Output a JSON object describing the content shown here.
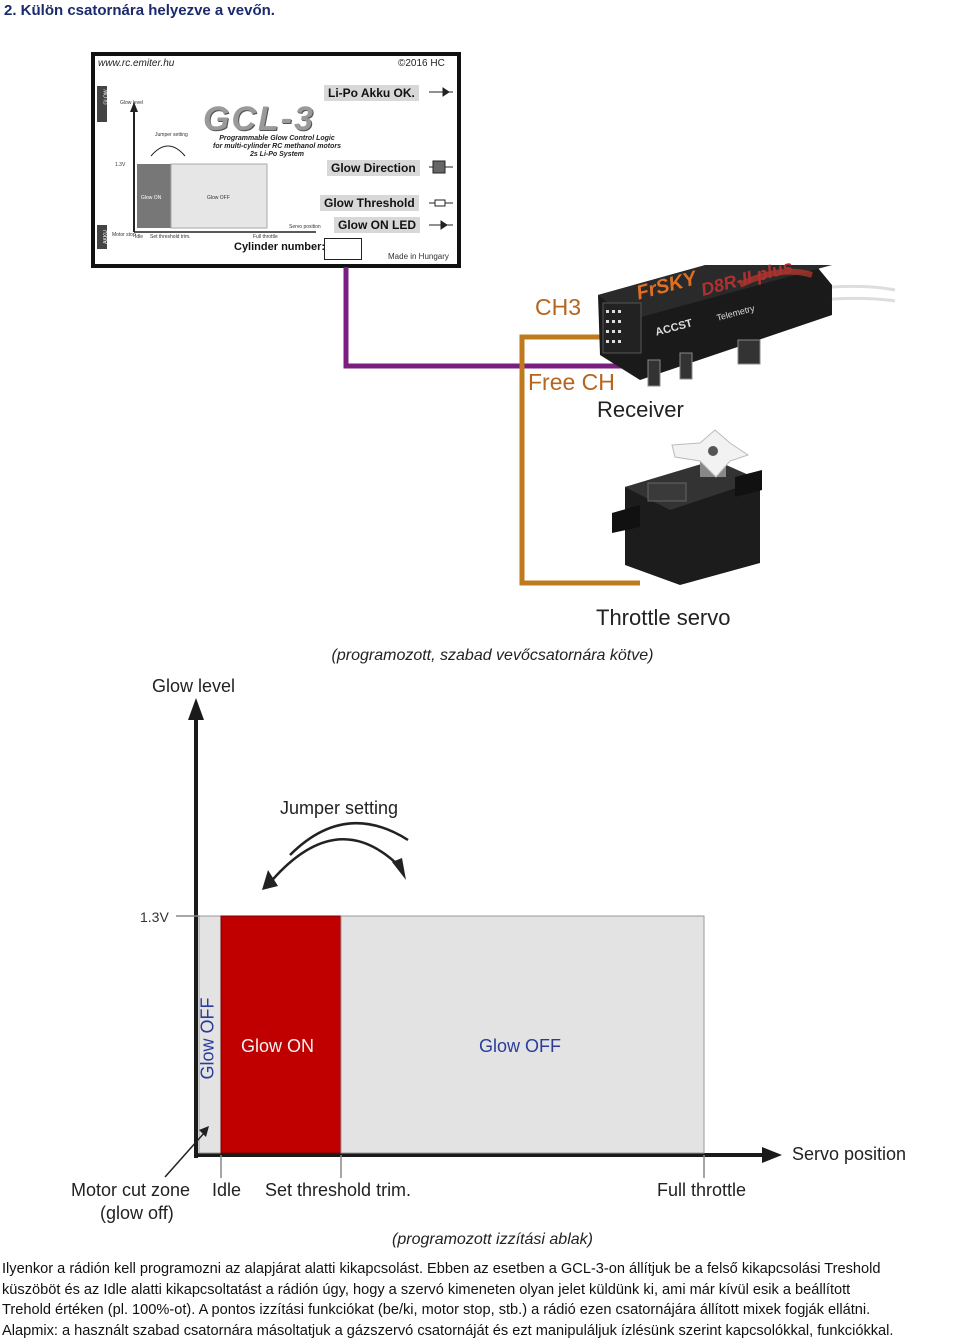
{
  "heading": "2. Külön csatornára helyezve a vevőn.",
  "gcl_box": {
    "url": "www.rc.emiter.hu",
    "copyright": "©2016 HC",
    "logo": "GCL-3",
    "subtitle_1": "Programmable Glow Control Logic",
    "subtitle_2": "for multi-cylinder RC methanol motors",
    "subtitle_3": "2s Li-Po System",
    "labels": {
      "lipo": "Li-Po Akku OK.",
      "glow_direction": "Glow Direction",
      "glow_threshold": "Glow Threshold",
      "glow_on_led": "Glow ON LED",
      "cylinder": "Cylinder number:",
      "made_in": "Made in Hungary"
    },
    "mini_chart": {
      "glow_level": "Glow level",
      "jumper_setting": "Jumper setting",
      "v13": "1.3V",
      "glow_on": "Glow ON",
      "glow_off": "Glow OFF",
      "servo_position": "Servo position",
      "motor_stop": "Motor stop",
      "idle": "Idle",
      "set_threshold": "Set threshold trim.",
      "full_throttle": "Full throttle",
      "side_glow": "GLOW",
      "side_akku": "AKKU"
    }
  },
  "wiring": {
    "ch3": "CH3",
    "free_ch": "Free CH",
    "receiver": "Receiver",
    "throttle_servo": "Throttle servo",
    "receiver_brand": "FrSKY",
    "receiver_model": "D8R-II plus",
    "receiver_accst": "ACCST",
    "receiver_telemetry": "Telemetry",
    "purple": "#7a1f7f",
    "orange": "#c07a1e"
  },
  "caption_1": "(programozott, szabad vevőcsatornára kötve)",
  "big_chart": {
    "glow_level": "Glow level",
    "jumper_setting": "Jumper setting",
    "v13": "1.3V",
    "glow_off_vertical": "Glow OFF",
    "glow_on": "Glow ON",
    "glow_off": "Glow OFF",
    "servo_position": "Servo position",
    "motor_cut_zone_1": "Motor cut zone",
    "motor_cut_zone_2": "(glow off)",
    "idle": "Idle",
    "set_threshold": "Set threshold trim.",
    "full_throttle": "Full throttle",
    "red": "#c00000",
    "gray": "#e3e3e3",
    "blue_text": "#2a3c9a"
  },
  "caption_2": "(programozott izzítási ablak)",
  "paragraph": [
    "Ilyenkor a rádión kell programozni az alapjárat alatti kikapcsolást. Ebben az esetben a GCL-3-on állítjuk be a felső kikapcsolási Treshold",
    "küszöböt és az Idle alatti kikapcsoltatást a rádión úgy, hogy a szervó kimeneten olyan jelet küldünk ki, ami már kívül esik a beállított",
    "Trehold értéken (pl. 100%-ot). A pontos izzítási funkciókat (be/ki, motor stop, stb.) a rádió ezen csatornájára állított mixek fogják ellátni.",
    "Alapmix: a használt szabad csatornára másoltatjuk a gázszervó csatornáját és ezt manipuláljuk ízlésünk szerint kapcsolókkal, funkciókkal."
  ]
}
